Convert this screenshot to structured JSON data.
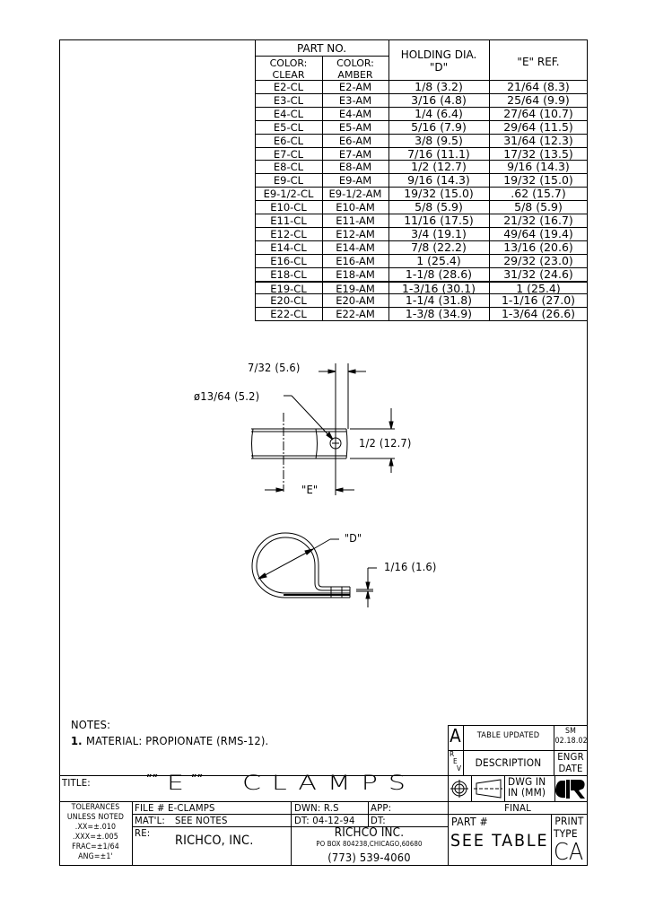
{
  "parts_table": {
    "header": {
      "part_no": "PART NO.",
      "color_clear": [
        "COLOR:",
        "CLEAR"
      ],
      "color_amber": [
        "COLOR:",
        "AMBER"
      ],
      "holding_dia": [
        "HOLDING DIA.",
        "\"D\""
      ],
      "e_ref": "\"E\" REF."
    },
    "rows": [
      {
        "clear": "E2-CL",
        "amber": "E2-AM",
        "holding": "1/8 (3.2)",
        "eref": "21/64 (8.3)"
      },
      {
        "clear": "E3-CL",
        "amber": "E3-AM",
        "holding": "3/16 (4.8)",
        "eref": "25/64 (9.9)"
      },
      {
        "clear": "E4-CL",
        "amber": "E4-AM",
        "holding": "1/4 (6.4)",
        "eref": "27/64 (10.7)"
      },
      {
        "clear": "E5-CL",
        "amber": "E5-AM",
        "holding": "5/16 (7.9)",
        "eref": "29/64 (11.5)"
      },
      {
        "clear": "E6-CL",
        "amber": "E6-AM",
        "holding": "3/8 (9.5)",
        "eref": "31/64 (12.3)"
      },
      {
        "clear": "E7-CL",
        "amber": "E7-AM",
        "holding": "7/16 (11.1)",
        "eref": "17/32 (13.5)"
      },
      {
        "clear": "E8-CL",
        "amber": "E8-AM",
        "holding": "1/2 (12.7)",
        "eref": "9/16 (14.3)"
      },
      {
        "clear": "E9-CL",
        "amber": "E9-AM",
        "holding": "9/16 (14.3)",
        "eref": "19/32 (15.0)"
      },
      {
        "clear": "E9-1/2-CL",
        "amber": "E9-1/2-AM",
        "holding": "19/32 (15.0)",
        "eref": ".62 (15.7)"
      },
      {
        "clear": "E10-CL",
        "amber": "E10-AM",
        "holding": "5/8 (5.9)",
        "eref": "5/8 (5.9)"
      },
      {
        "clear": "E11-CL",
        "amber": "E11-AM",
        "holding": "11/16 (17.5)",
        "eref": "21/32 (16.7)"
      },
      {
        "clear": "E12-CL",
        "amber": "E12-AM",
        "holding": "3/4 (19.1)",
        "eref": "49/64 (19.4)"
      },
      {
        "clear": "E14-CL",
        "amber": "E14-AM",
        "holding": "7/8 (22.2)",
        "eref": "13/16 (20.6)"
      },
      {
        "clear": "E16-CL",
        "amber": "E16-AM",
        "holding": "1 (25.4)",
        "eref": "29/32 (23.0)"
      },
      {
        "clear": "E18-CL",
        "amber": "E18-AM",
        "holding": "1-1/8 (28.6)",
        "eref": "31/32 (24.6)"
      },
      {
        "clear": "E19-CL",
        "amber": "E19-AM",
        "holding": "1-3/16 (30.1)",
        "eref": "1 (25.4)"
      },
      {
        "clear": "E20-CL",
        "amber": "E20-AM",
        "holding": "1-1/4 (31.8)",
        "eref": "1-1/16 (27.0)"
      },
      {
        "clear": "E22-CL",
        "amber": "E22-AM",
        "holding": "1-3/8 (34.9)",
        "eref": "1-3/64 (26.6)"
      }
    ]
  },
  "drawing": {
    "top_view": {
      "dim_edge_to_hole": "7/32 (5.6)",
      "dim_hole_dia": "ø13/64 (5.2)",
      "dim_width": "1/2 (12.7)",
      "dim_e": "\"E\""
    },
    "side_view": {
      "dim_d": "\"D\"",
      "dim_thickness": "1/16 (1.6)"
    }
  },
  "notes": {
    "heading": "NOTES:",
    "items": [
      {
        "num": "1.",
        "text": "MATERIAL: PROPIONATE (RMS-12)."
      }
    ]
  },
  "revision_block": {
    "rev_letter": "A",
    "rev_description": "TABLE UPDATED",
    "rev_engr": "SM",
    "rev_date": "02.18.02",
    "rev_label": [
      "R",
      "E",
      "V"
    ],
    "description_label": "DESCRIPTION",
    "engr_date_label": [
      "ENGR",
      "DATE"
    ]
  },
  "title_block": {
    "title_label": "TITLE:",
    "title_text": "\"E\"  CLAMPS",
    "title_e": "E",
    "title_clamps": "CLAMPS",
    "dwg_units": [
      "DWG IN",
      "IN (MM)"
    ],
    "tolerances": [
      "TOLERANCES",
      "UNLESS NOTED",
      ".XX=±.010",
      ".XXX=±.005",
      "FRAC=±1/64",
      "ANG=±1'"
    ],
    "file_label": "FILE #",
    "file_value": "E-CLAMPS",
    "matl_label": "MAT'L:",
    "matl_value": "SEE NOTES",
    "re_label": "RE:",
    "re_value": "RICHCO, INC.",
    "dwn": "DWN: R.S",
    "app": "APP:",
    "dt": "DT: 04-12-94",
    "dt2": "DT:",
    "company_name": "RICHCO INC.",
    "company_address": "PO BOX 804238,CHICAGO,60680",
    "company_phone": "(773) 539-4060",
    "status": "FINAL",
    "part_label": "PART #",
    "part_value": "SEE TABLE",
    "print_type_label": [
      "PRINT",
      "TYPE"
    ],
    "print_type_value": "CA"
  }
}
